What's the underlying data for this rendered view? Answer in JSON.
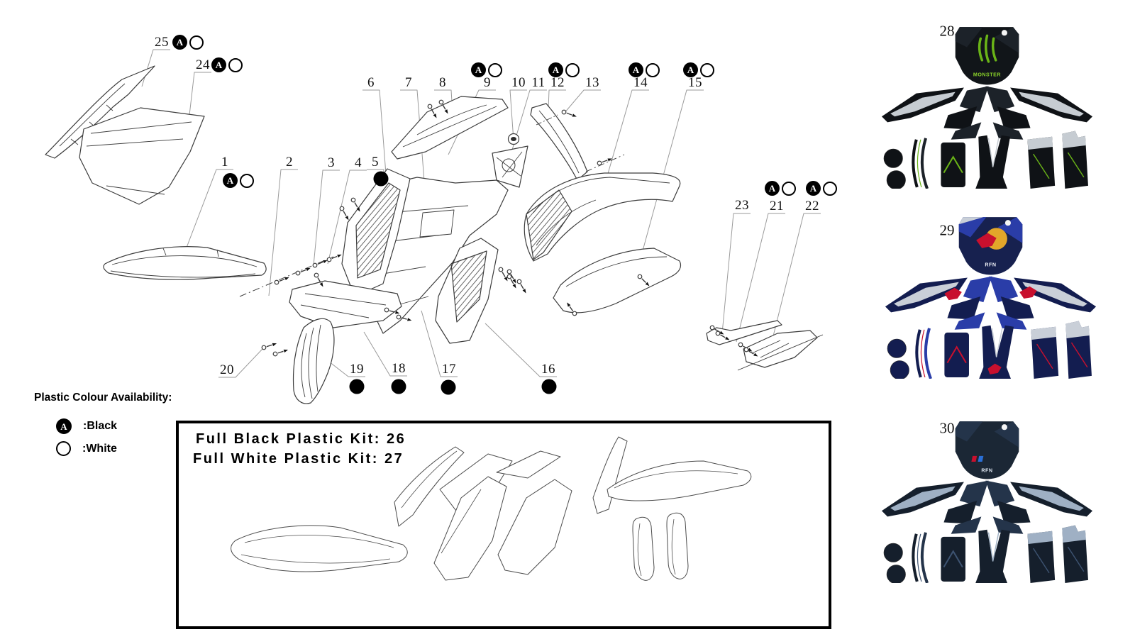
{
  "legend": {
    "title": "Plastic Colour Availability:",
    "black_symbol": "A",
    "black_label": ":Black",
    "white_label": ":White"
  },
  "kit_box": {
    "line1": "Full Black Plastic Kit: 26",
    "line2": "Full White Plastic Kit: 27"
  },
  "callouts": [
    {
      "number": "1",
      "indicator": "black-white-below"
    },
    {
      "number": "2",
      "indicator": "none"
    },
    {
      "number": "3",
      "indicator": "none"
    },
    {
      "number": "4",
      "indicator": "none"
    },
    {
      "number": "5",
      "indicator": "black-dot-below"
    },
    {
      "number": "6",
      "indicator": "none"
    },
    {
      "number": "7",
      "indicator": "none"
    },
    {
      "number": "8",
      "indicator": "none"
    },
    {
      "number": "9",
      "indicator": "black-white-above"
    },
    {
      "number": "10",
      "indicator": "none"
    },
    {
      "number": "11",
      "indicator": "none"
    },
    {
      "number": "12",
      "indicator": "black-white-above"
    },
    {
      "number": "13",
      "indicator": "none"
    },
    {
      "number": "14",
      "indicator": "black-white-above"
    },
    {
      "number": "15",
      "indicator": "black-white-above"
    },
    {
      "number": "16",
      "indicator": "black-dot-below"
    },
    {
      "number": "17",
      "indicator": "black-dot-below"
    },
    {
      "number": "18",
      "indicator": "black-dot-below"
    },
    {
      "number": "19",
      "indicator": "black-dot-below"
    },
    {
      "number": "20",
      "indicator": "none"
    },
    {
      "number": "21",
      "indicator": "black-white-above"
    },
    {
      "number": "22",
      "indicator": "black-white-above"
    },
    {
      "number": "23",
      "indicator": "none"
    },
    {
      "number": "24",
      "indicator": "black-white-right"
    },
    {
      "number": "25",
      "indicator": "black-white-right"
    }
  ],
  "graphic_kits": [
    {
      "number": "28",
      "theme": "monster-black-green",
      "logo_text": "MONSTER",
      "base_color": "#0f1216",
      "accent_color": "#6ab417"
    },
    {
      "number": "29",
      "theme": "redbull-blue",
      "logo_text": "RFN",
      "base_color": "#131d50",
      "accent_color": "#c8102e"
    },
    {
      "number": "30",
      "theme": "rfn-dark-navy",
      "logo_text": "RFN",
      "base_color": "#151f2c",
      "accent_color": "#3d5371"
    }
  ],
  "colors": {
    "background": "#ffffff",
    "line_art": "#3c3c3c",
    "leader_line": "#9a9a9a",
    "indicator_black": "#000000",
    "box_border": "#000000"
  }
}
